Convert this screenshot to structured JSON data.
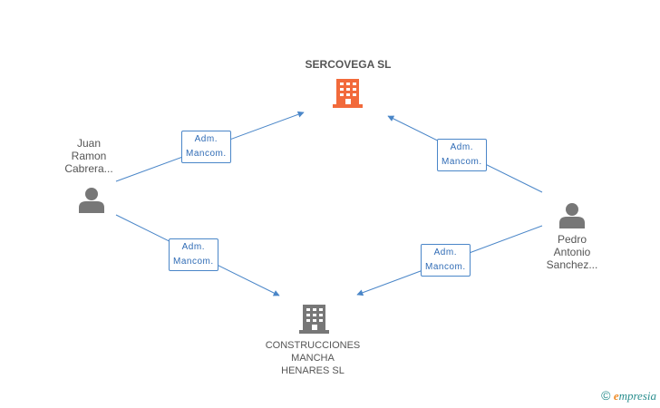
{
  "nodes": {
    "company_main": {
      "label": "SERCOVEGA SL",
      "color": "#f26a3b"
    },
    "company_second": {
      "lines": [
        "CONSTRUCCIONES",
        "MANCHA",
        "HENARES SL"
      ],
      "color": "#777777"
    },
    "person_juan": {
      "lines": [
        "Juan",
        "Ramon",
        "Cabrera..."
      ]
    },
    "person_pedro": {
      "lines": [
        "Pedro",
        "Antonio",
        "Sanchez..."
      ]
    }
  },
  "edges": [
    {
      "from": "person_juan",
      "to": "company_main",
      "label_line1": "Adm.",
      "label_line2": "Mancom."
    },
    {
      "from": "person_juan",
      "to": "company_second",
      "label_line1": "Adm.",
      "label_line2": "Mancom."
    },
    {
      "from": "person_pedro",
      "to": "company_main",
      "label_line1": "Adm.",
      "label_line2": "Mancom."
    },
    {
      "from": "person_pedro",
      "to": "company_second",
      "label_line1": "Adm.",
      "label_line2": "Mancom."
    }
  ],
  "footer": {
    "copyright": "©",
    "brand_first": "e",
    "brand_rest": "mpresia"
  },
  "colors": {
    "edge": "#4a86c8",
    "person_icon": "#777777"
  }
}
